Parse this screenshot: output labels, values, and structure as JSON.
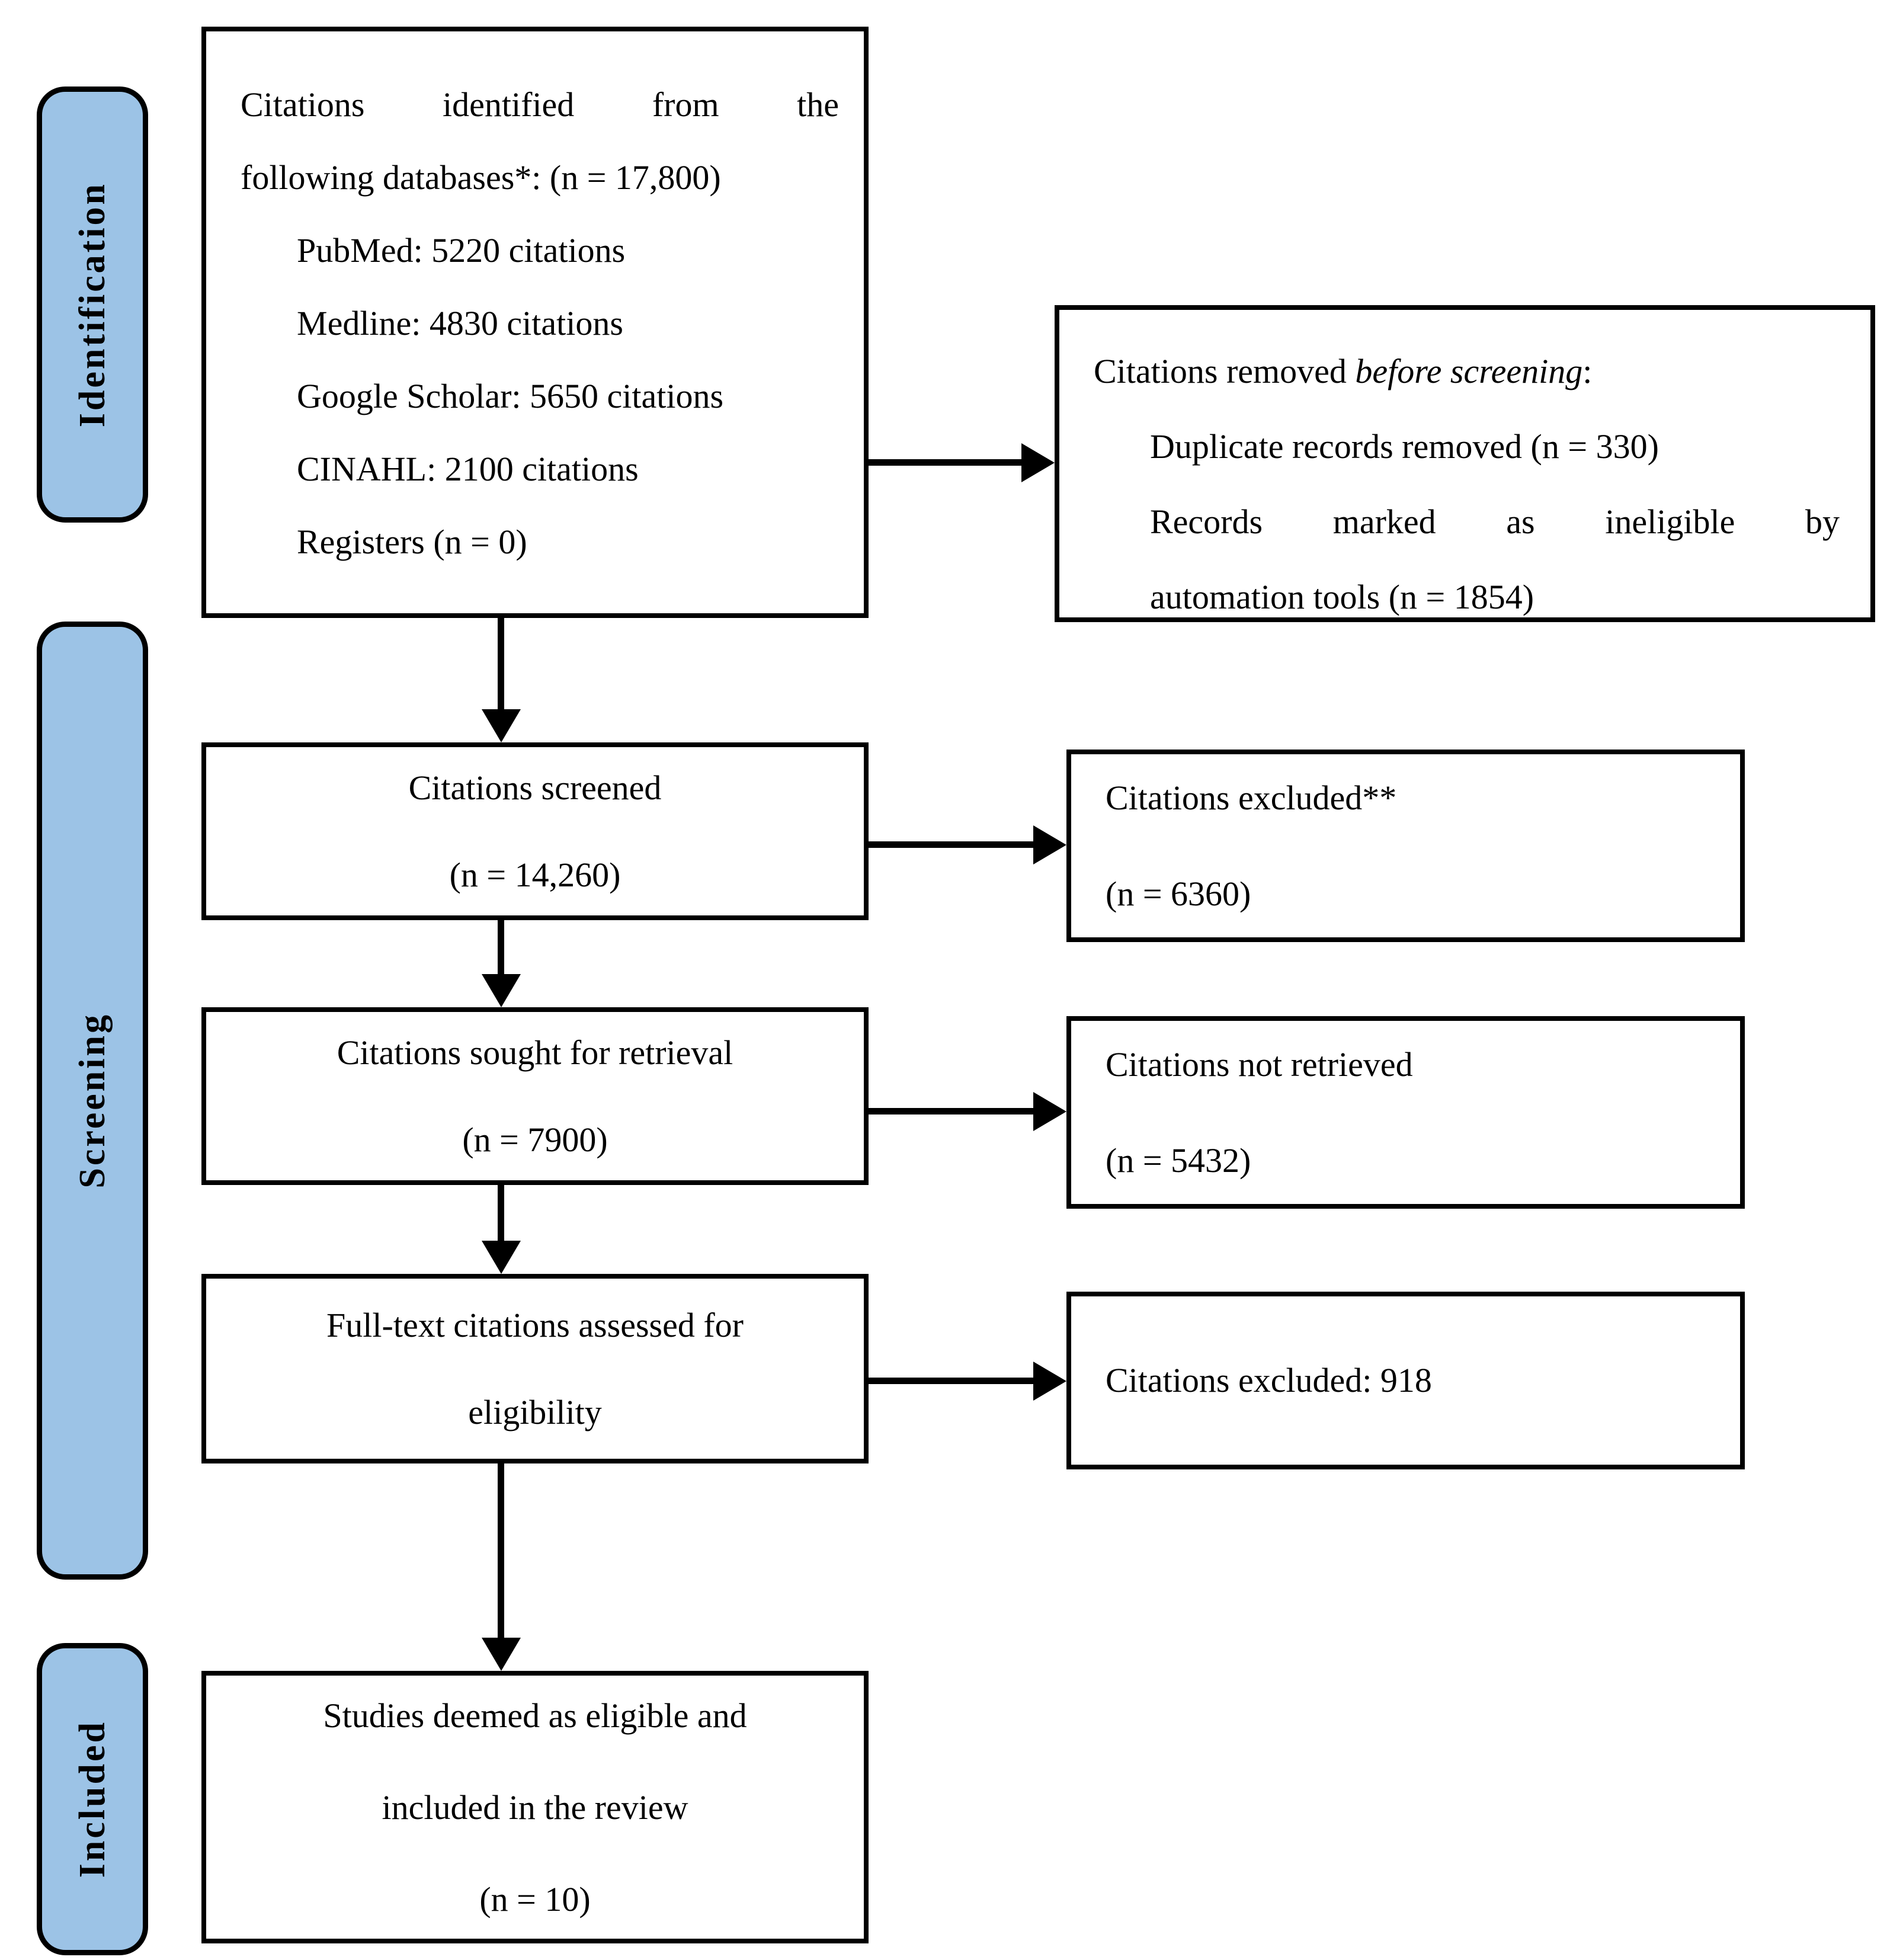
{
  "title": "PRISMA citation flow diagram",
  "colors": {
    "stage_fill": "#9CC3E6",
    "border": "#000000",
    "box_fill": "#ffffff"
  },
  "sidebar": {
    "stages": [
      "Identification",
      "Screening",
      "Included"
    ]
  },
  "flow": {
    "identified": {
      "line1": "Citations identified from the",
      "line2": "following databases*: (n = 17,800)",
      "sources": [
        "PubMed: 5220 citations",
        "Medline: 4830 citations",
        "Google Scholar: 5650 citations",
        "CINAHL: 2100 citations",
        "Registers (n = 0)"
      ]
    },
    "removed": {
      "title_prefix": "Citations removed ",
      "title_italic": "before screening",
      "title_suffix": ":",
      "item1": "Duplicate records removed (n = 330)",
      "item2_line1": "Records marked as ineligible by",
      "item2_line2": "automation tools (n = 1854)"
    },
    "screened": {
      "line1": "Citations screened",
      "line2": "(n = 14,260)"
    },
    "excluded_screening": {
      "line1": "Citations excluded**",
      "line2": "(n = 6360)"
    },
    "sought": {
      "line1": "Citations sought for retrieval",
      "line2": "(n = 7900)"
    },
    "not_retrieved": {
      "line1": "Citations not retrieved",
      "line2": "(n = 5432)"
    },
    "fulltext": {
      "line1": "Full-text citations assessed for",
      "line2": "eligibility"
    },
    "excluded_fulltext": {
      "line1": "Citations excluded: 918"
    },
    "included_final": {
      "line1": "Studies deemed as eligible and",
      "line2": "included in the review",
      "line3": "(n = 10)"
    }
  }
}
